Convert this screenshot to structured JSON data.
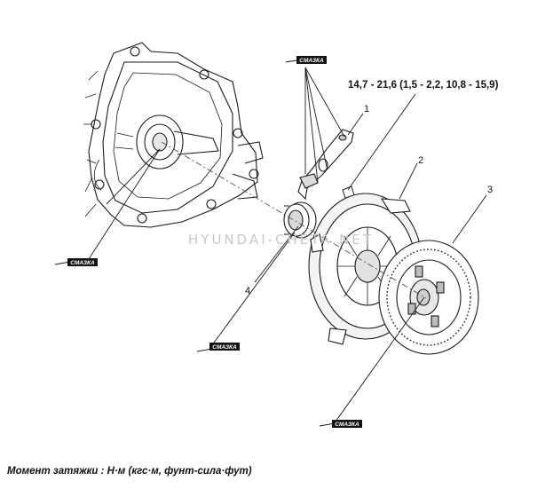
{
  "diagram": {
    "parts": [
      {
        "id": "lever",
        "number": "1"
      },
      {
        "id": "clutch-cover",
        "number": "2"
      },
      {
        "id": "clutch-disc",
        "number": "3"
      },
      {
        "id": "release-bearing",
        "number": "4"
      }
    ],
    "torque_spec": "14,7 - 21,6 (1,5 - 2,2, 10,8 - 15,9)",
    "grease_label": "СМАЗКА",
    "watermark": "HYUNDAI-CHETA.NET",
    "caption": "Момент затяжки : Н·м (кгс·м, фунт-сила·фут)"
  }
}
